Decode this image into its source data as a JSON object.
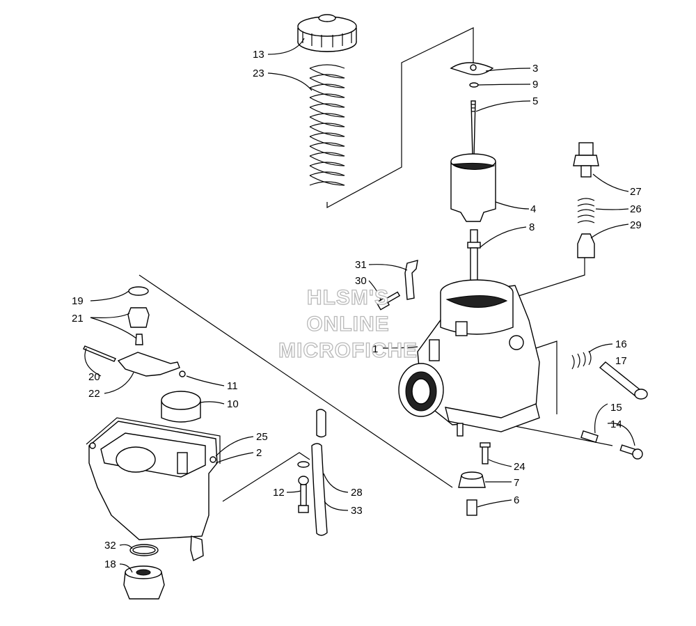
{
  "watermark": {
    "line1": "HLSM'S",
    "line2": "ONLINE",
    "line3": "MICROFICHE"
  },
  "callouts": {
    "c1": "1",
    "c2": "2",
    "c3": "3",
    "c4": "4",
    "c5": "5",
    "c6": "6",
    "c7": "7",
    "c8": "8",
    "c9": "9",
    "c10": "10",
    "c11": "11",
    "c12": "12",
    "c13": "13",
    "c14": "14",
    "c15": "15",
    "c16": "16",
    "c17": "17",
    "c18": "18",
    "c19": "19",
    "c20": "20",
    "c21": "21",
    "c22": "22",
    "c23": "23",
    "c24": "24",
    "c25": "25",
    "c26": "26",
    "c27": "27",
    "c28": "28",
    "c29": "29",
    "c30": "30",
    "c31": "31",
    "c32": "32",
    "c33": "33"
  }
}
